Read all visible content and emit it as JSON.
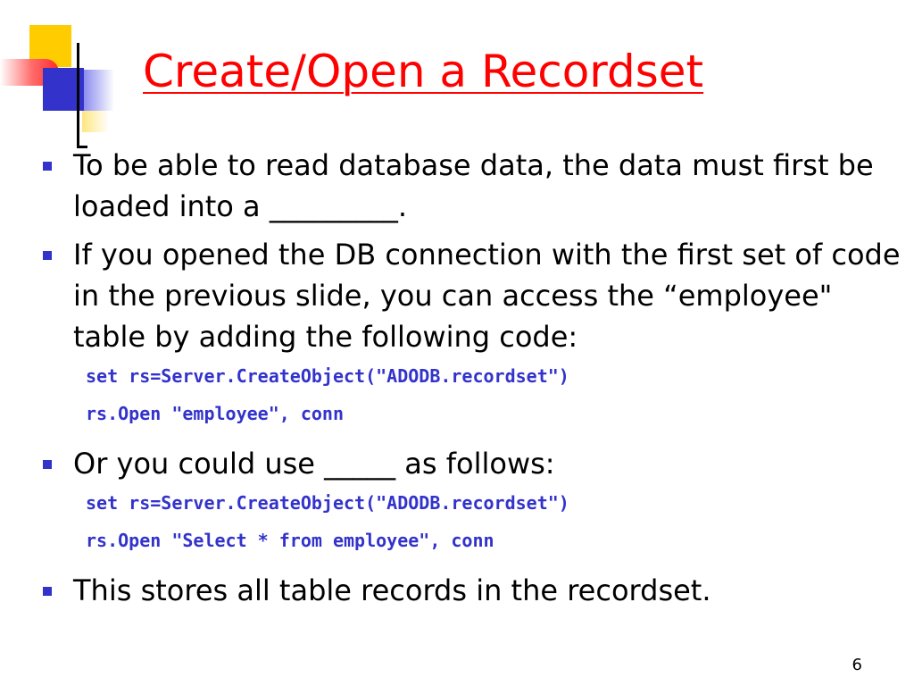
{
  "slide": {
    "title": "Create/Open a Recordset",
    "page_number": "6"
  },
  "bullets": [
    {
      "text": "To be able to read database data, the data must first be loaded into a _________."
    },
    {
      "text": "If you opened the DB connection with the first set of code in the previous slide, you can access the “employee\" table by adding the following code:"
    },
    {
      "text": "Or you could use _____ as follows:"
    },
    {
      "text": "This stores all table records in the recordset."
    }
  ],
  "code_blocks": [
    {
      "lines": [
        "set rs=Server.CreateObject(\"ADODB.recordset\")",
        "rs.Open \"employee\", conn"
      ]
    },
    {
      "lines": [
        "set rs=Server.CreateObject(\"ADODB.recordset\")",
        "rs.Open \"Select * from employee\", conn"
      ]
    }
  ],
  "colors": {
    "title": "#ff0000",
    "bullet_marker": "#3333cc",
    "code": "#3333cc",
    "logo_yellow": "#ffcc00",
    "logo_blue": "#3333cc",
    "logo_red": "#ff2a2a"
  }
}
